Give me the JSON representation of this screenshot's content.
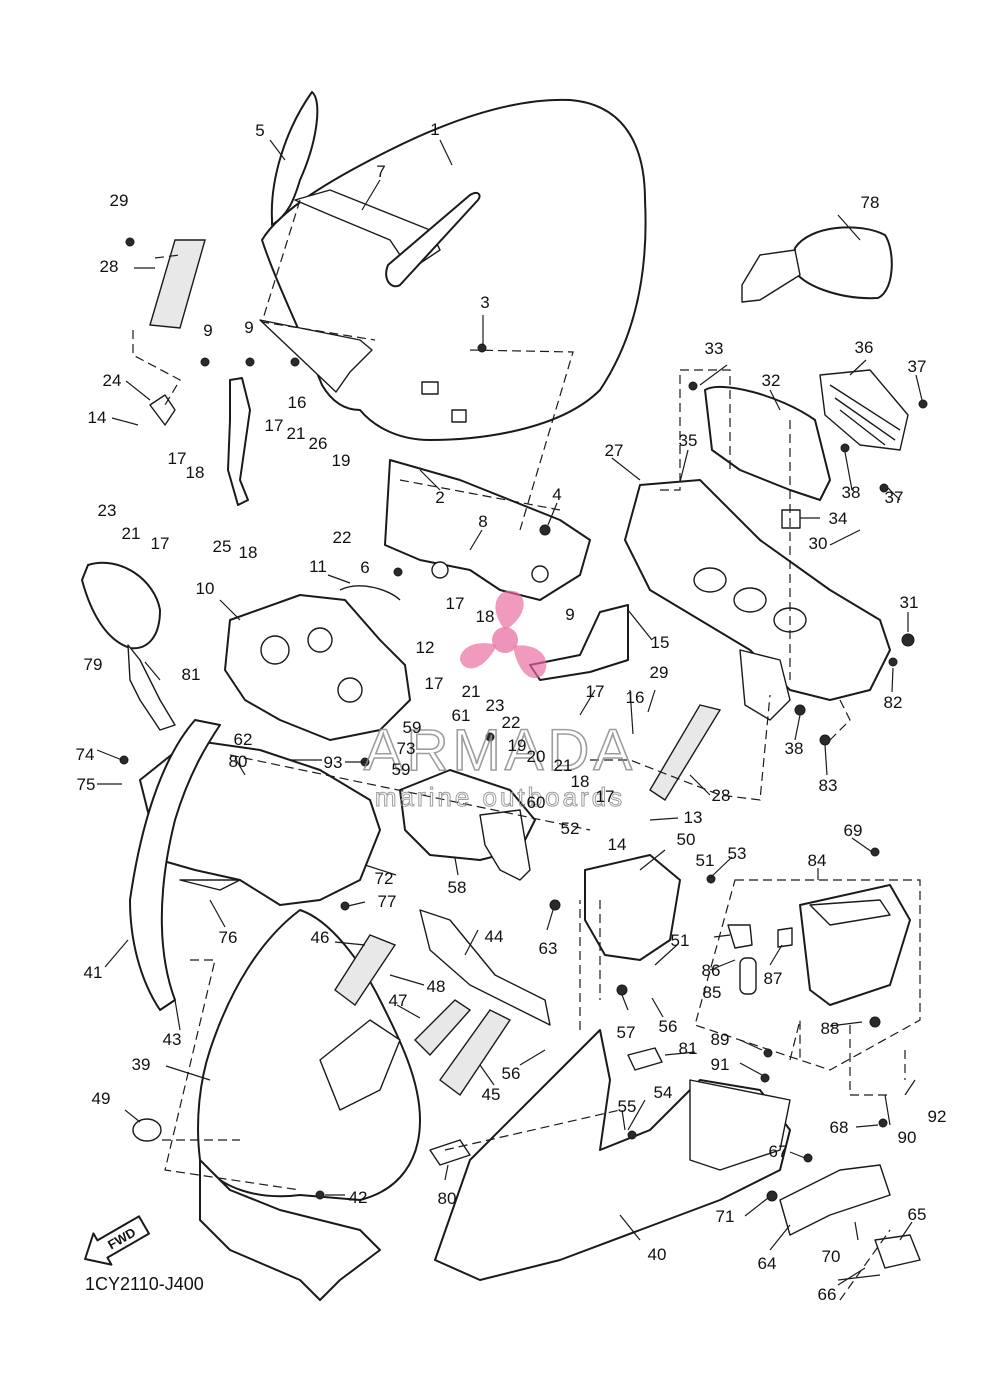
{
  "diagram": {
    "code": "1CY2110-J400",
    "fwd_label": "FWD",
    "callouts": [
      "1",
      "2",
      "3",
      "4",
      "5",
      "6",
      "7",
      "8",
      "9",
      "9",
      "9",
      "10",
      "11",
      "12",
      "13",
      "14",
      "14",
      "15",
      "16",
      "16",
      "17",
      "17",
      "17",
      "17",
      "17",
      "17",
      "17",
      "18",
      "18",
      "18",
      "18",
      "19",
      "19",
      "20",
      "21",
      "21",
      "21",
      "21",
      "22",
      "22",
      "23",
      "23",
      "24",
      "25",
      "26",
      "27",
      "28",
      "28",
      "29",
      "29",
      "30",
      "31",
      "32",
      "33",
      "34",
      "35",
      "36",
      "37",
      "37",
      "38",
      "38",
      "39",
      "40",
      "41",
      "42",
      "43",
      "44",
      "45",
      "46",
      "47",
      "48",
      "49",
      "50",
      "51",
      "51",
      "52",
      "53",
      "54",
      "55",
      "56",
      "56",
      "57",
      "58",
      "59",
      "59",
      "60",
      "61",
      "62",
      "63",
      "64",
      "65",
      "66",
      "67",
      "68",
      "69",
      "70",
      "71",
      "72",
      "73",
      "74",
      "75",
      "76",
      "77",
      "78",
      "79",
      "80",
      "80",
      "81",
      "81",
      "82",
      "83",
      "84",
      "85",
      "86",
      "87",
      "88",
      "89",
      "90",
      "91",
      "92",
      "93"
    ]
  },
  "watermark": {
    "brand": "ARMADA",
    "tagline": "marine outboards",
    "accent_color": "#e86aa0"
  },
  "colors": {
    "line": "#1a1a1a",
    "background": "#ffffff"
  }
}
